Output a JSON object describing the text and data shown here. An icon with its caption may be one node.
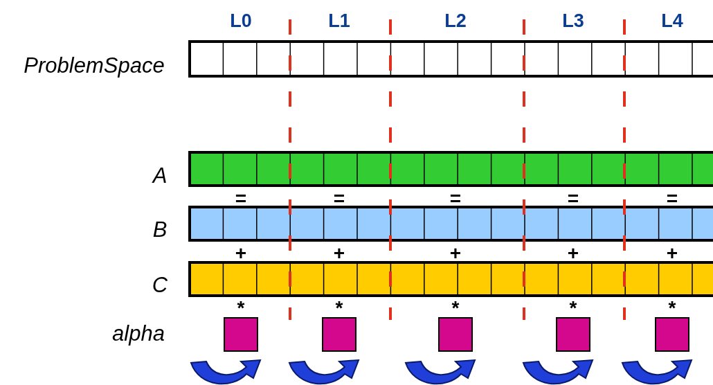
{
  "diagram": {
    "labels": [
      "L0",
      "L1",
      "L2",
      "L3",
      "L4",
      "ProblemSpace",
      "A",
      "=",
      "=",
      "=",
      "=",
      "=",
      "B",
      "+",
      "+",
      "+",
      "+",
      "+",
      "C",
      "*",
      "*",
      "*",
      "*",
      "*",
      "alpha"
    ]
  }
}
